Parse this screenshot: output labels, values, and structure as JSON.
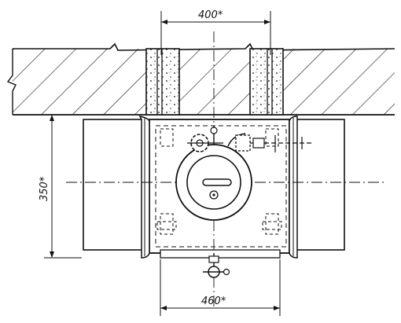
{
  "drawing": {
    "colors": {
      "ink": "#111111",
      "paper": "#ffffff",
      "concrete": "#d9d9d9"
    },
    "dimensions": {
      "top_width": "400*",
      "bottom_width": "460*",
      "left_height": "350*"
    }
  }
}
